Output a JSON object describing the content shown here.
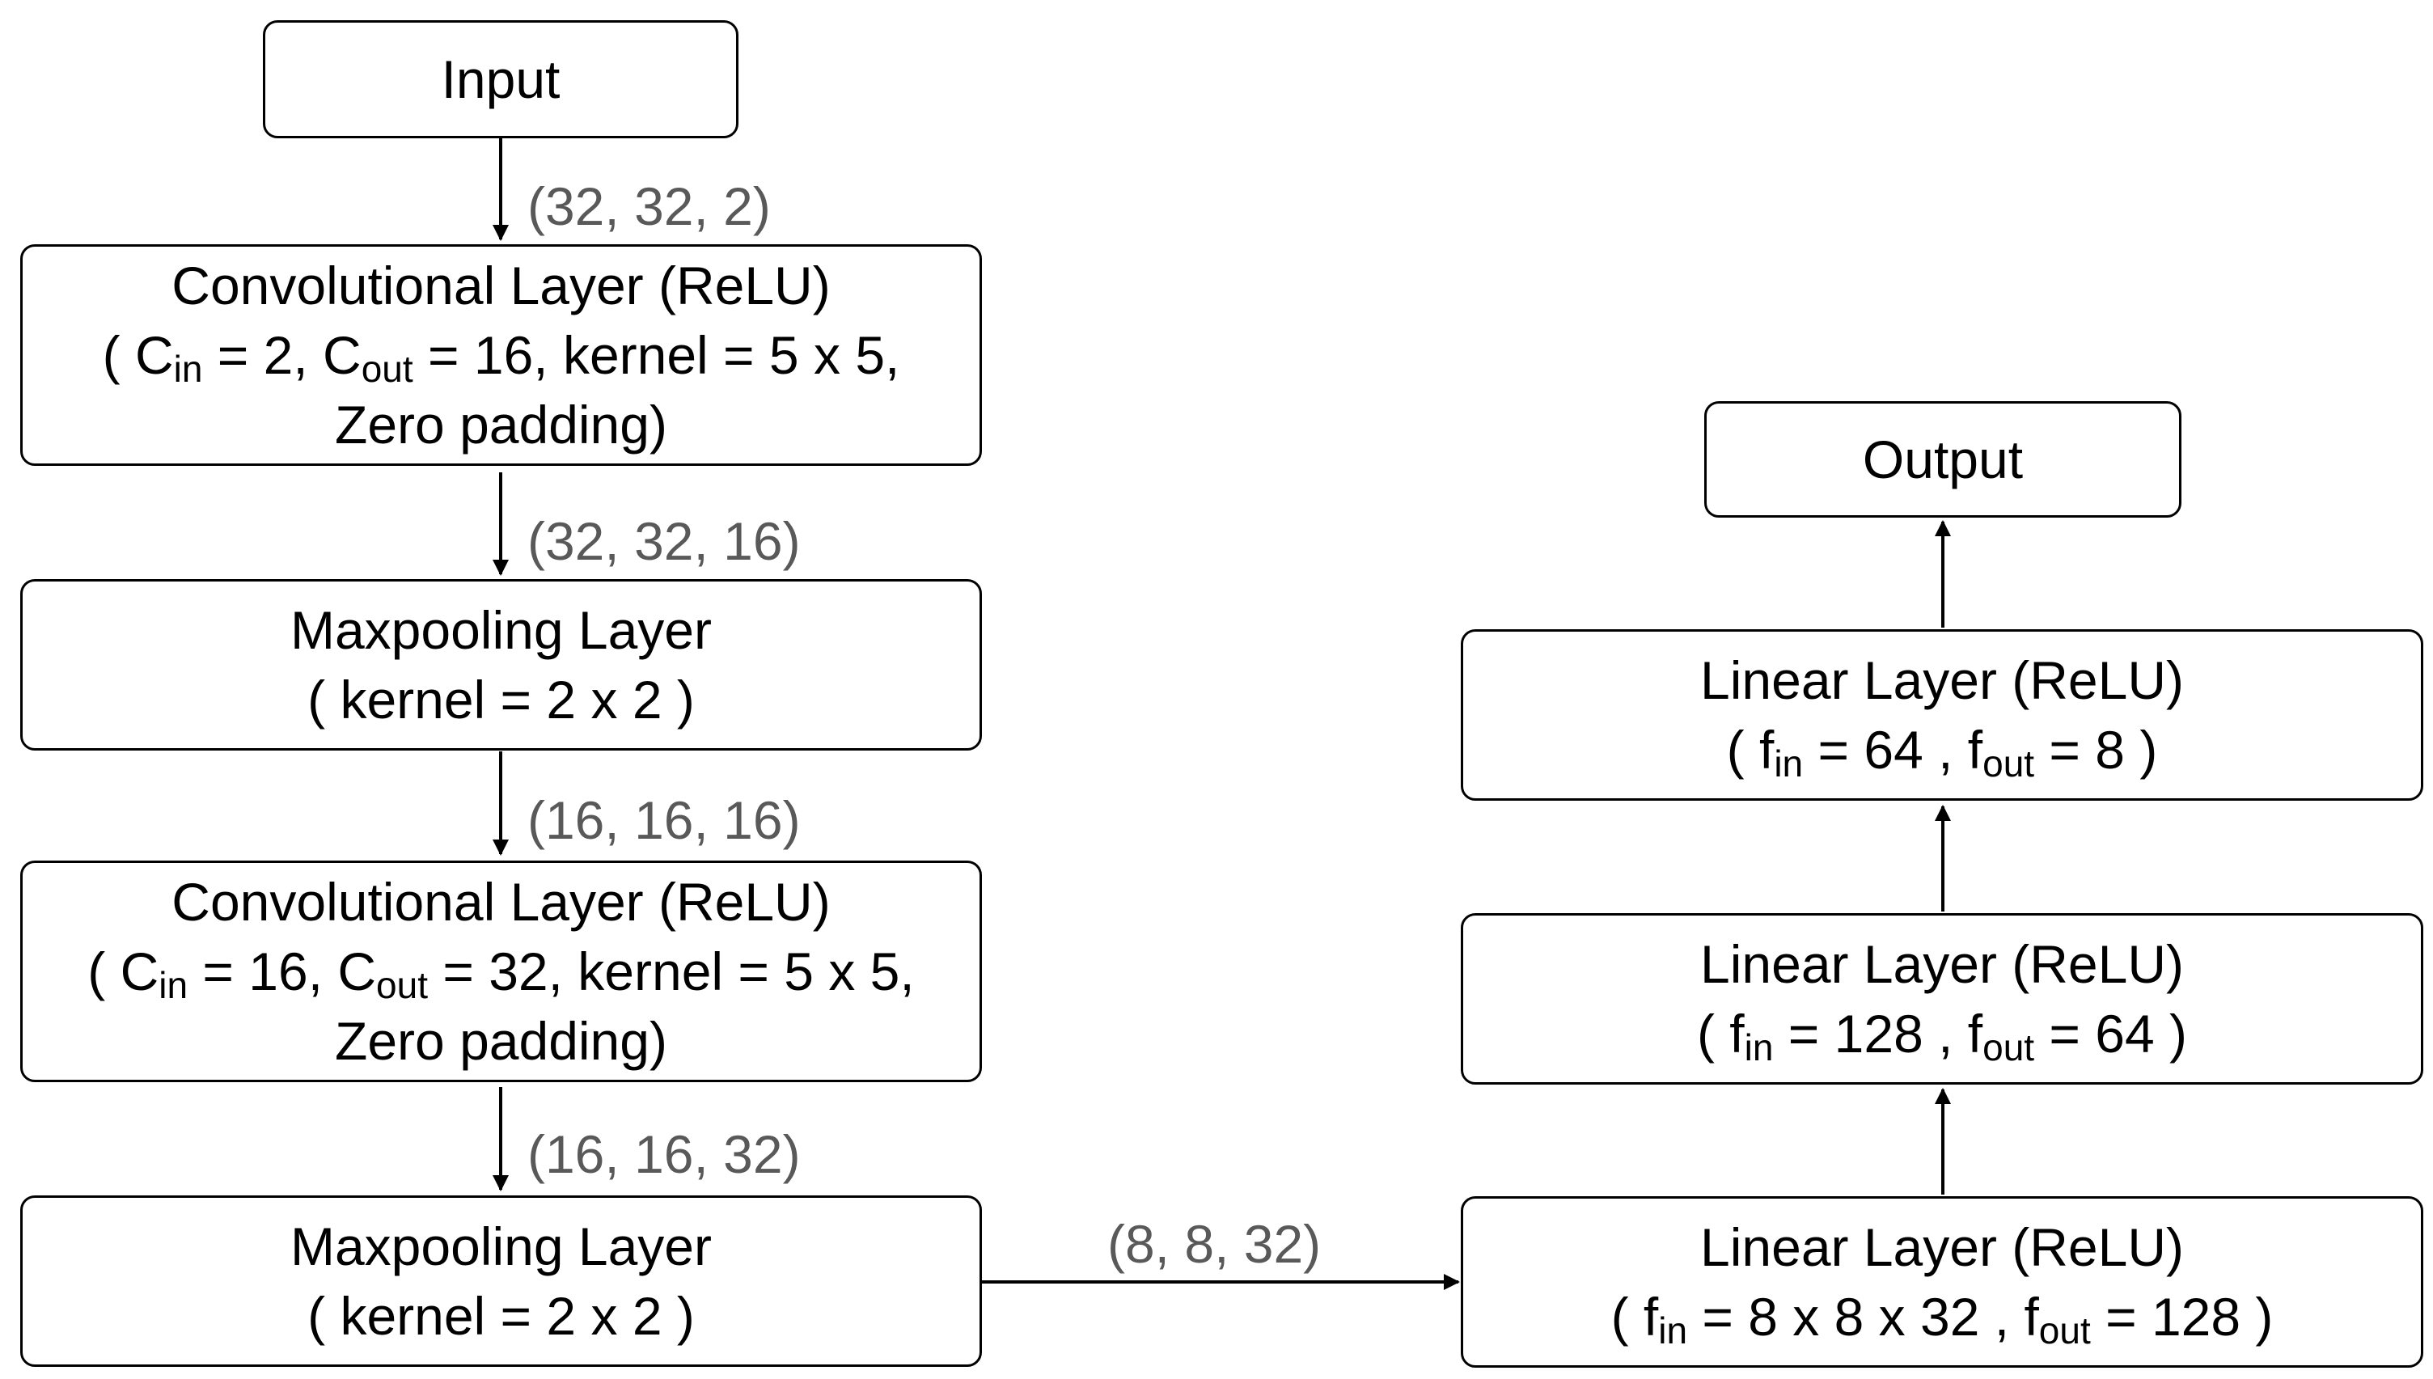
{
  "input_box": {
    "label": "Input"
  },
  "output_box": {
    "label": "Output"
  },
  "conv1": {
    "title": "Convolutional Layer (ReLU)",
    "line2": {
      "open": "( C",
      "sub1": "in",
      "mid1": " = 2, C",
      "sub2": "out",
      "mid2": " = 16, kernel = 5 x 5,"
    },
    "line3": "Zero padding)"
  },
  "pool1": {
    "title": "Maxpooling Layer",
    "line2": "( kernel = 2 x 2 )"
  },
  "conv2": {
    "title": "Convolutional Layer (ReLU)",
    "line2": {
      "open": "( C",
      "sub1": "in",
      "mid1": " = 16, C",
      "sub2": "out",
      "mid2": " = 32, kernel = 5 x 5,"
    },
    "line3": "Zero padding)"
  },
  "pool2": {
    "title": "Maxpooling Layer",
    "line2": "( kernel = 2 x 2 )"
  },
  "linear1": {
    "title": "Linear Layer (ReLU)",
    "line2": {
      "open": "( f",
      "sub1": "in",
      "mid1": " = 8 x 8 x 32 , f",
      "sub2": "out",
      "mid2": " = 128 )"
    }
  },
  "linear2": {
    "title": "Linear Layer (ReLU)",
    "line2": {
      "open": "( f",
      "sub1": "in",
      "mid1": " = 128 , f",
      "sub2": "out",
      "mid2": " = 64 )"
    }
  },
  "linear3": {
    "title": "Linear Layer (ReLU)",
    "line2": {
      "open": "( f",
      "sub1": "in",
      "mid1": " = 64 , f",
      "sub2": "out",
      "mid2": " = 8 )"
    }
  },
  "shapes": {
    "input_to_conv1": "(32,  32,  2)",
    "conv1_to_pool1": "(32, 32, 16)",
    "pool1_to_conv2": "(16, 16, 16)",
    "conv2_to_pool2": "(16, 16, 32)",
    "pool2_to_linear1": "(8, 8, 32)"
  }
}
